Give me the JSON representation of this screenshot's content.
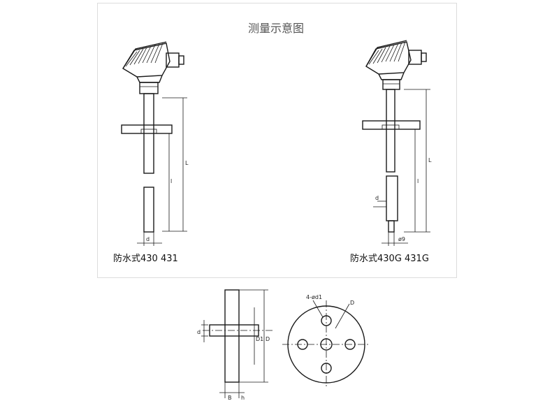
{
  "title": "测量示意图",
  "captions": {
    "left": "防水式430  431",
    "right": "防水式430G  431G"
  },
  "dim_labels": {
    "L": "L",
    "l": "l",
    "d": "d",
    "d_right": "d",
    "phi9": "ø9",
    "d1_holes": "4-ød1",
    "d2": "D1",
    "D": "D",
    "D_flange": "D",
    "B": "B",
    "h": "h",
    "d_flange": "d"
  },
  "icons": {
    "junction_box": "terminal-head-icon",
    "flange": "flange-icon"
  }
}
